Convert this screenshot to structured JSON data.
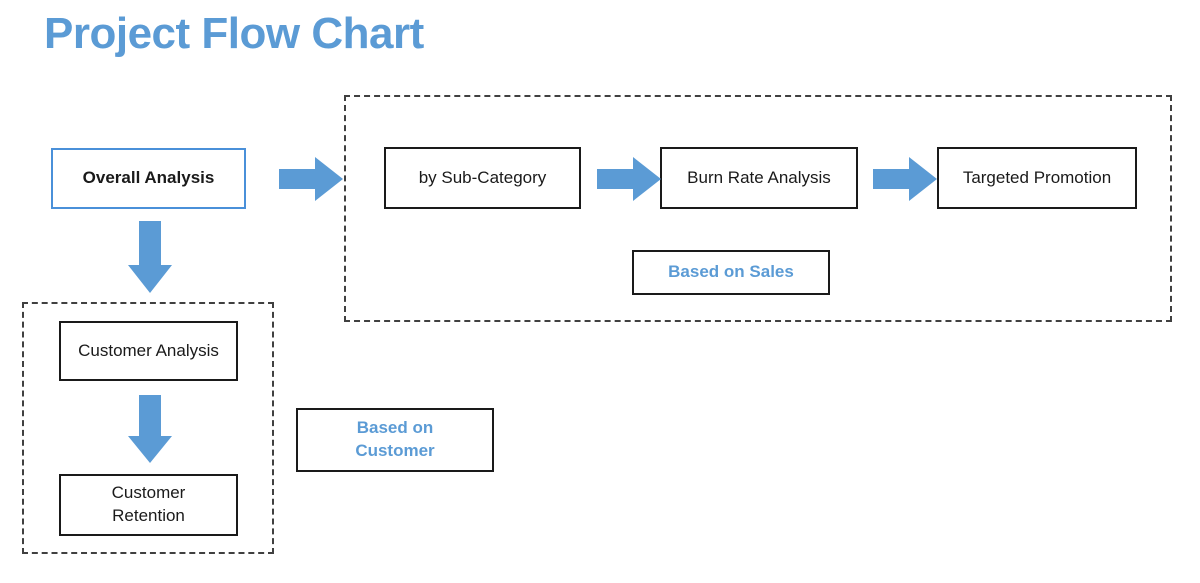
{
  "title": "Project Flow Chart",
  "colors": {
    "accent_blue": "#5B9BD5",
    "arrow_blue": "#5B9BD5",
    "node_border": "#1a1a1a",
    "accent_border": "#4A90D9",
    "dashed_border": "#404040",
    "background": "#ffffff"
  },
  "nodes": {
    "overall_analysis": "Overall Analysis",
    "by_subcategory": "by Sub-Category",
    "burn_rate_analysis": "Burn Rate Analysis",
    "targeted_promotion": "Targeted Promotion",
    "based_on_sales": "Based on Sales",
    "customer_analysis": "Customer Analysis",
    "customer_retention": "Customer\nRetention",
    "customer_retention_line1": "Customer",
    "customer_retention_line2": "Retention",
    "based_on_customer_line1": "Based on",
    "based_on_customer_line2": "Customer"
  },
  "groups": {
    "sales_group_label": "Based on Sales",
    "customer_group_label": "Based on Customer"
  },
  "arrows": {
    "overall_to_subcategory": "right-arrow-icon",
    "subcategory_to_burnrate": "right-arrow-icon",
    "burnrate_to_targeted": "right-arrow-icon",
    "overall_to_customer_analysis": "down-arrow-icon",
    "customer_analysis_to_retention": "down-arrow-icon"
  }
}
